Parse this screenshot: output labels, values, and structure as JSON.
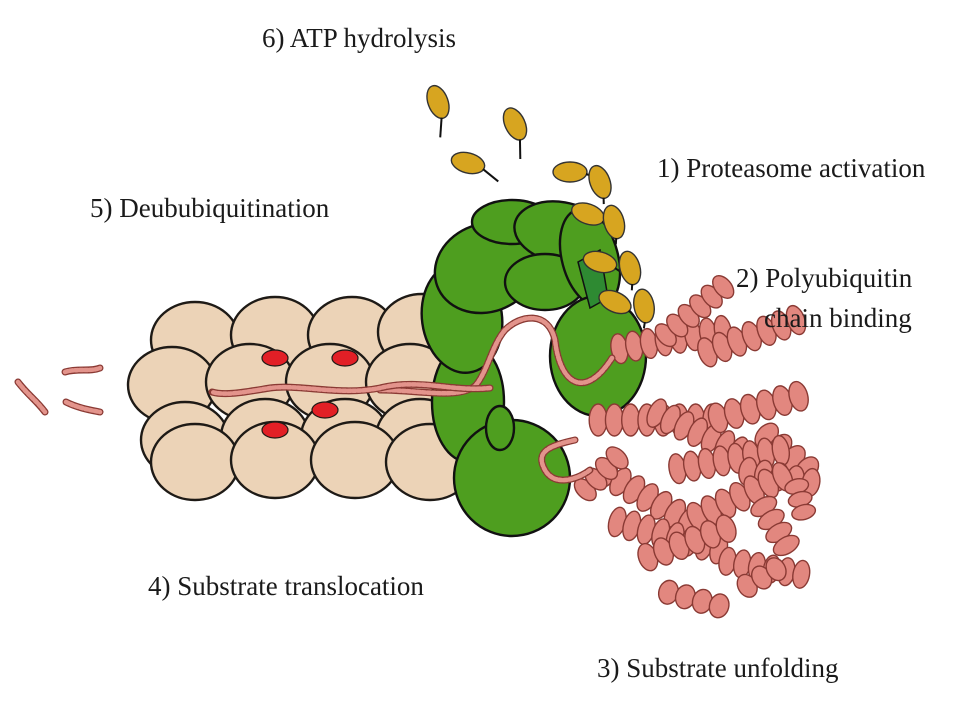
{
  "labels": {
    "step1": "1) Proteasome activation",
    "step2_line1": "2) Polyubiquitin",
    "step2_line2": "chain binding",
    "step3": "3) Substrate unfolding",
    "step4": "4) Substrate translocation",
    "step5": "5) Deububiquitination",
    "step6": "6) ATP hydrolysis"
  },
  "colors": {
    "core_particle": "#ecd3b7",
    "core_outline": "#1e1a16",
    "active_site": "#e21f26",
    "regulatory_particle": "#4e9e1f",
    "regulatory_channel": "#2e8a32",
    "ubiquitin": "#d7a520",
    "substrate_helix": "#e2877f",
    "substrate_outline": "#8a3a34",
    "chain_fill": "#e3948c"
  },
  "icons": {
    "core_particle": "core-particle-drawing",
    "regulatory_particle": "regulatory-particle-drawing",
    "ubiquitin": "ubiquitin-tadpole-icon",
    "substrate": "folded-protein-helices",
    "peptides": "released-peptide-fragment"
  }
}
